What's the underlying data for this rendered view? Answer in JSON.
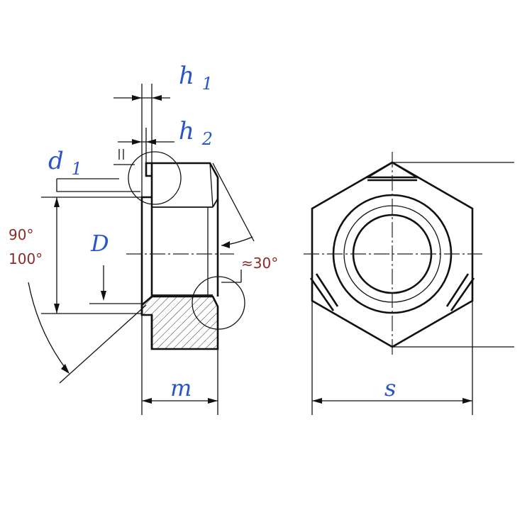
{
  "labels": {
    "h1": "h1",
    "h2": "h2",
    "d1": "d1",
    "D": "D",
    "m": "m",
    "s": "s",
    "angle_top": "90°",
    "angle_bottom": "100°",
    "chamfer": "≈30°"
  },
  "colors": {
    "dimension_label": "#2a55c8",
    "angle_label": "#8a2b2b",
    "line": "#111111"
  }
}
